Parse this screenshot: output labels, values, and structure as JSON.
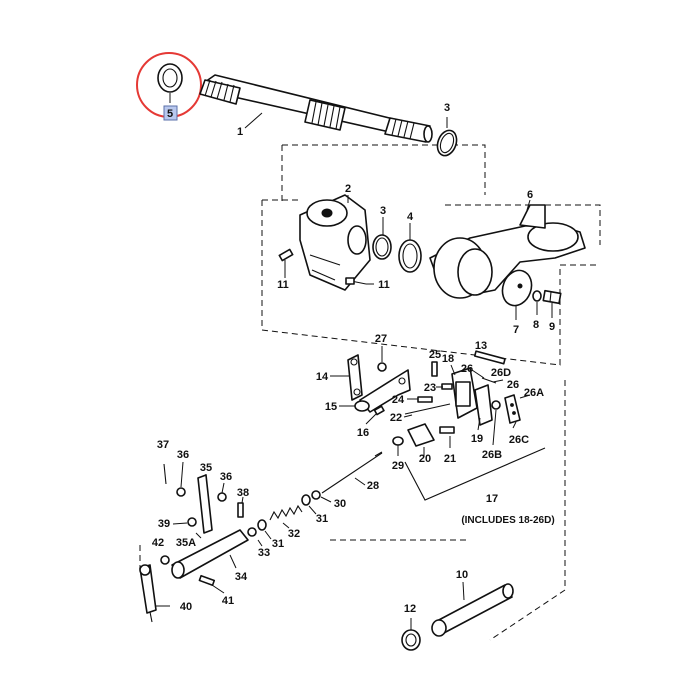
{
  "highlight": {
    "label": "5",
    "circle_color": "#e53935",
    "badge_color": "#b9c8ee"
  },
  "callouts": {
    "c1": "1",
    "c2": "2",
    "c3a": "3",
    "c3b": "3",
    "c4": "4",
    "c6": "6",
    "c7": "7",
    "c8": "8",
    "c9": "9",
    "c10": "10",
    "c11a": "11",
    "c11b": "11",
    "c12": "12",
    "c13": "13",
    "c14": "14",
    "c15": "15",
    "c16": "16",
    "c17": "17",
    "c18": "18",
    "c19": "19",
    "c20": "20",
    "c21": "21",
    "c22": "22",
    "c23": "23",
    "c24": "24",
    "c25": "25",
    "c26": "26",
    "c26b": "26",
    "c26a": "26A",
    "c26bb": "26B",
    "c26c": "26C",
    "c26d": "26D",
    "c27": "27",
    "c28": "28",
    "c29": "29",
    "c30": "30",
    "c31a": "31",
    "c31b": "31",
    "c32": "32",
    "c33": "33",
    "c34": "34",
    "c35": "35",
    "c35a": "35A",
    "c36a": "36",
    "c36b": "36",
    "c37": "37",
    "c38": "38",
    "c39": "39",
    "c40": "40",
    "c41": "41",
    "c42": "42"
  },
  "note_17": "(INCLUDES 18-26D)"
}
